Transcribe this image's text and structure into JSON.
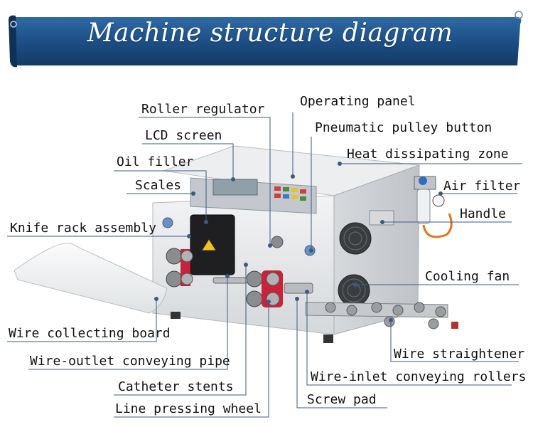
{
  "title": "Machine structure diagram",
  "colors": {
    "banner_blue": "#1d4f86",
    "leader_line": "#3c5a80",
    "machine_body": "#e4e6e8",
    "guard_red": "#c8233a"
  },
  "labels": {
    "roller_regulator": "Roller regulator",
    "operating_panel": "Operating panel",
    "lcd_screen": "LCD screen",
    "pneumatic_pulley_button": "Pneumatic pulley button",
    "oil_filler": "Oil filler",
    "heat_dissipating_zone": "Heat dissipating zone",
    "scales": "Scales",
    "air_filter": "Air filter",
    "handle": "Handle",
    "knife_rack_assembly": "Knife rack assembly",
    "cooling_fan": "Cooling fan",
    "wire_collecting_board": "Wire collecting board",
    "wire_straightener": "Wire straightener",
    "wire_outlet_conveying_pipe": "Wire-outlet conveying pipe",
    "wire_inlet_conveying_rollers": "Wire-inlet conveying rollers",
    "catheter_stents": "Catheter stents",
    "screw_pad": "Screw pad",
    "line_pressing_wheel": "Line pressing wheel"
  }
}
